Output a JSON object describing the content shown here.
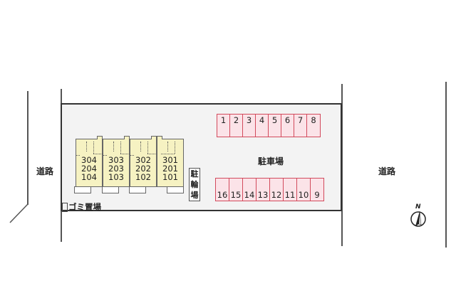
{
  "roads": {
    "left_label": "道路",
    "right_label": "道路"
  },
  "buildings": [
    {
      "units": [
        "304",
        "204",
        "104"
      ]
    },
    {
      "units": [
        "303",
        "203",
        "103"
      ]
    },
    {
      "units": [
        "302",
        "202",
        "102"
      ]
    },
    {
      "units": [
        "301",
        "201",
        "101"
      ]
    }
  ],
  "bicycle_parking": {
    "label_chars": [
      "駐",
      "輪",
      "場"
    ]
  },
  "garbage": {
    "label": "ゴミ置場"
  },
  "parking": {
    "label": "駐車場",
    "top_row": [
      "1",
      "2",
      "3",
      "4",
      "5",
      "6",
      "7",
      "8"
    ],
    "bottom_row": [
      "16",
      "15",
      "14",
      "13",
      "12",
      "11",
      "10",
      "9"
    ]
  },
  "compass": {
    "label": "N"
  },
  "colors": {
    "building_fill": "#f6f2c2",
    "parking_fill": "#fbe3e8",
    "parking_border": "#d24a5c",
    "site_fill": "#f3f3f3"
  }
}
